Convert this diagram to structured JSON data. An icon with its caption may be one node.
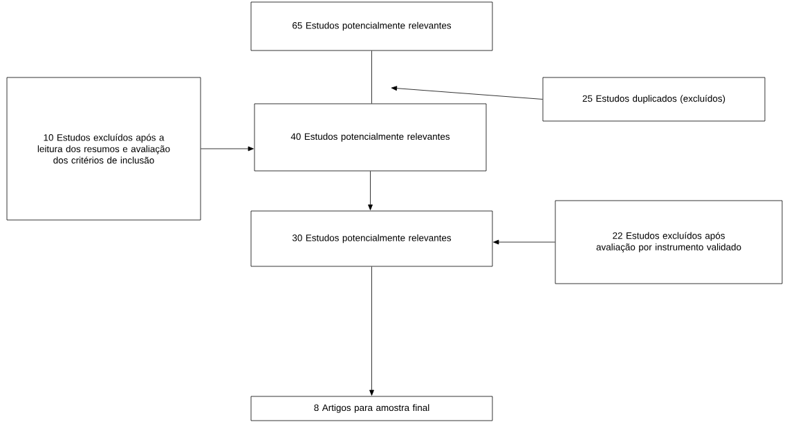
{
  "diagram": {
    "nodes": [
      {
        "text": [
          "65 Estudos potencialmente relevantes"
        ]
      },
      {
        "text": [
          "25 Estudos duplicados (excluídos)"
        ]
      },
      {
        "text": [
          "10 Estudos excluídos após a leitura dos resumos e avaliação dos critérios de inclusão"
        ]
      },
      {
        "text": [
          "40 Estudos potencialmente relevantes"
        ]
      },
      {
        "text": [
          "22 Estudos excluídos após avaliação por instrumento validado"
        ]
      },
      {
        "text": [
          "30 Estudos potencialmente relevantes"
        ]
      },
      {
        "text": [
          "8 Artigos para amostra final"
        ]
      }
    ],
    "edges": [
      {
        "from": 0,
        "to": 3,
        "arrow": "none"
      },
      {
        "from": 1,
        "to": null,
        "arrow": "to"
      },
      {
        "from": 2,
        "to": 3,
        "arrow": "to"
      },
      {
        "from": 3,
        "to": 5,
        "arrow": "to"
      },
      {
        "from": 4,
        "to": 5,
        "arrow": "to"
      },
      {
        "from": 5,
        "to": 6,
        "arrow": "to"
      }
    ]
  }
}
